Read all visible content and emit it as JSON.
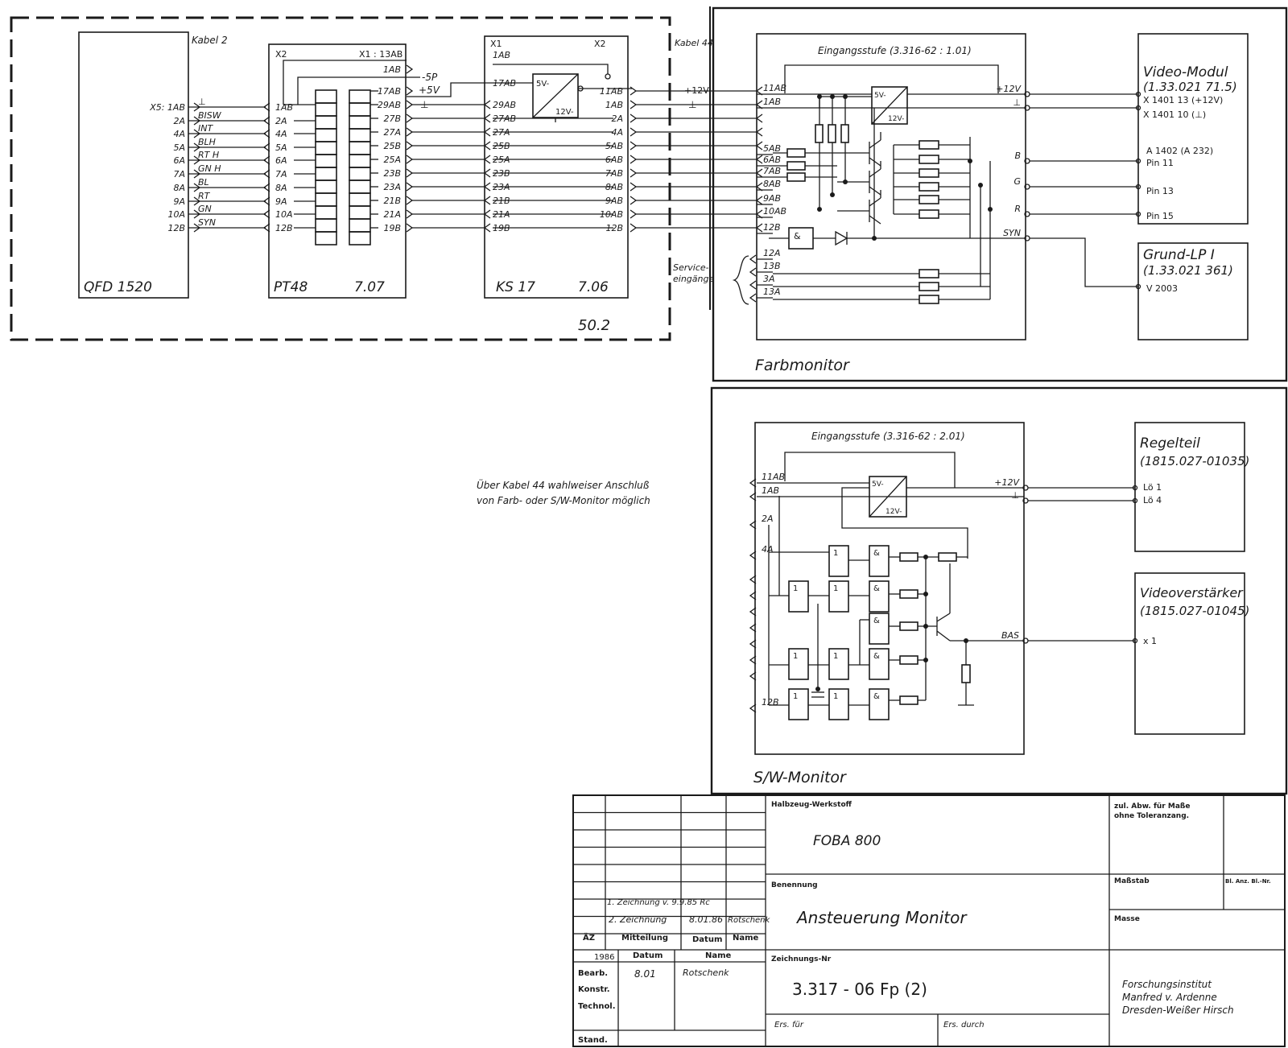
{
  "left_unit": {
    "label": "50.2",
    "cable_label": "Kabel 2",
    "qfd": {
      "name": "QFD  1520",
      "pins": [
        "X5: 1AB",
        "2A",
        "4A",
        "5A",
        "6A",
        "7A",
        "8A",
        "9A",
        "10A",
        "12B"
      ],
      "signals": [
        "⊥",
        "BISW",
        "INT",
        "BLH",
        "RT H",
        "GN H",
        "BL",
        "RT",
        "GN",
        "SYN"
      ]
    },
    "pt48": {
      "name": "PT48",
      "number": "7.07",
      "x2": "X2",
      "x1": "X1 : 13AB",
      "left_pins": [
        "1AB",
        "2A",
        "4A",
        "5A",
        "6A",
        "7A",
        "8A",
        "9A",
        "10A",
        "12B"
      ],
      "right_pins": [
        "1AB",
        "17AB",
        "29AB",
        "27B",
        "27A",
        "25B",
        "25A",
        "23B",
        "23A",
        "21B",
        "21A",
        "19B"
      ],
      "p5": "-5P",
      "v5": "+5V",
      "gnd": "⊥"
    },
    "ks17": {
      "name": "KS 17",
      "number": "7.06",
      "x1": "X1",
      "x2": "X2",
      "left_pins": [
        "1AB",
        "17AB",
        "29AB",
        "27AB",
        "27A",
        "25B",
        "25A",
        "23B",
        "23A",
        "21B",
        "21A",
        "19B"
      ],
      "right_pins": [
        "11AB",
        "1AB",
        "2A",
        "4A",
        "5AB",
        "6AB",
        "7AB",
        "8AB",
        "9AB",
        "10AB",
        "12B"
      ],
      "conv_top": "5V-",
      "conv_bottom": "12V-"
    }
  },
  "kabel44": {
    "label": "Kabel 44",
    "v12": "+12V",
    "gnd": "⊥",
    "service": "Service-\neingänge",
    "note_line1": "Über Kabel 44 wahlweiser Anschluß",
    "note_line2": "von Farb- oder S/W-Monitor möglich"
  },
  "farbmonitor": {
    "title": "Farbmonitor",
    "stage": "Eingangsstufe (3.316-62 : 1.01)",
    "pins": [
      "11AB",
      "1AB",
      "5AB",
      "6AB",
      "7AB",
      "8AB",
      "9AB",
      "10AB",
      "12B",
      "12A",
      "13B",
      "3A",
      "13A"
    ],
    "outputs": [
      "+12V",
      "⊥",
      "B",
      "G",
      "R",
      "SYN"
    ],
    "conv_top": "5V-",
    "conv_bottom": "12V-",
    "gate": "&",
    "video_modul": {
      "title": "Video-Modul",
      "number": "(1.33.021 71.5)",
      "rows": [
        "X 1401 13  (+12V)",
        "X 1401 10  (⊥)",
        "A 1402  (A 232)",
        "Pin 11",
        "Pin 13",
        "Pin 15"
      ]
    },
    "grund_lpi": {
      "title": "Grund-LP I",
      "number": "(1.33.021 361)",
      "rows": [
        "V 2003"
      ]
    }
  },
  "sw_monitor": {
    "title": "S/W-Monitor",
    "stage": "Eingangsstufe (3.316-62 : 2.01)",
    "pins": [
      "11AB",
      "1AB",
      "2A",
      "4A",
      "12B"
    ],
    "outputs": [
      "+12V",
      "⊥",
      "BAS"
    ],
    "conv_top": "5V-",
    "conv_bottom": "12V-",
    "gate_and": "&",
    "gate_one": "1",
    "regelteil": {
      "title": "Regelteil",
      "number": "(1815.027-01035)",
      "rows": [
        "Lö 1",
        "Lö 4"
      ]
    },
    "videoverstaerker": {
      "title": "Videoverstärker",
      "number": "(1815.027-01045)",
      "rows": [
        "x 1"
      ]
    }
  },
  "title_block": {
    "halbzeug": "Halbzeug-Werkstoff",
    "product": "FOBA 800",
    "zul_abw1": "zul. Abw. für Maße",
    "zul_abw2": "ohne Toleranzang.",
    "massstab": "Maßstab",
    "blatt": "Bl. Anz. Bl.-Nr.",
    "benennung": "Benennung",
    "title": "Ansteuerung  Monitor",
    "masse": "Masse",
    "zeichnungsnr_label": "Zeichnungs-Nr",
    "drawing_number": "3.317 - 06     Fp  (2)",
    "ers_fuer": "Ers. für",
    "ers_durch": "Ers. durch",
    "institute1": "Forschungsinstitut",
    "institute2": "Manfred v. Ardenne",
    "institute3": "Dresden-Weißer Hirsch",
    "revision1": "1. Zeichnung v. 9.9.85  Rc",
    "revision2": "2. Zeichnung",
    "revision2_date": "8.01.86",
    "revision2_name": "Rotschenk",
    "az": "ÄZ",
    "mitteilung": "Mitteilung",
    "datum": "Datum",
    "name": "Name",
    "year": "1986",
    "bearb": "Bearb.",
    "konstr": "Konstr.",
    "technol": "Technol.",
    "stand": "Stand.",
    "bearb_date": "8.01",
    "bearb_name": "Rotschenk"
  }
}
